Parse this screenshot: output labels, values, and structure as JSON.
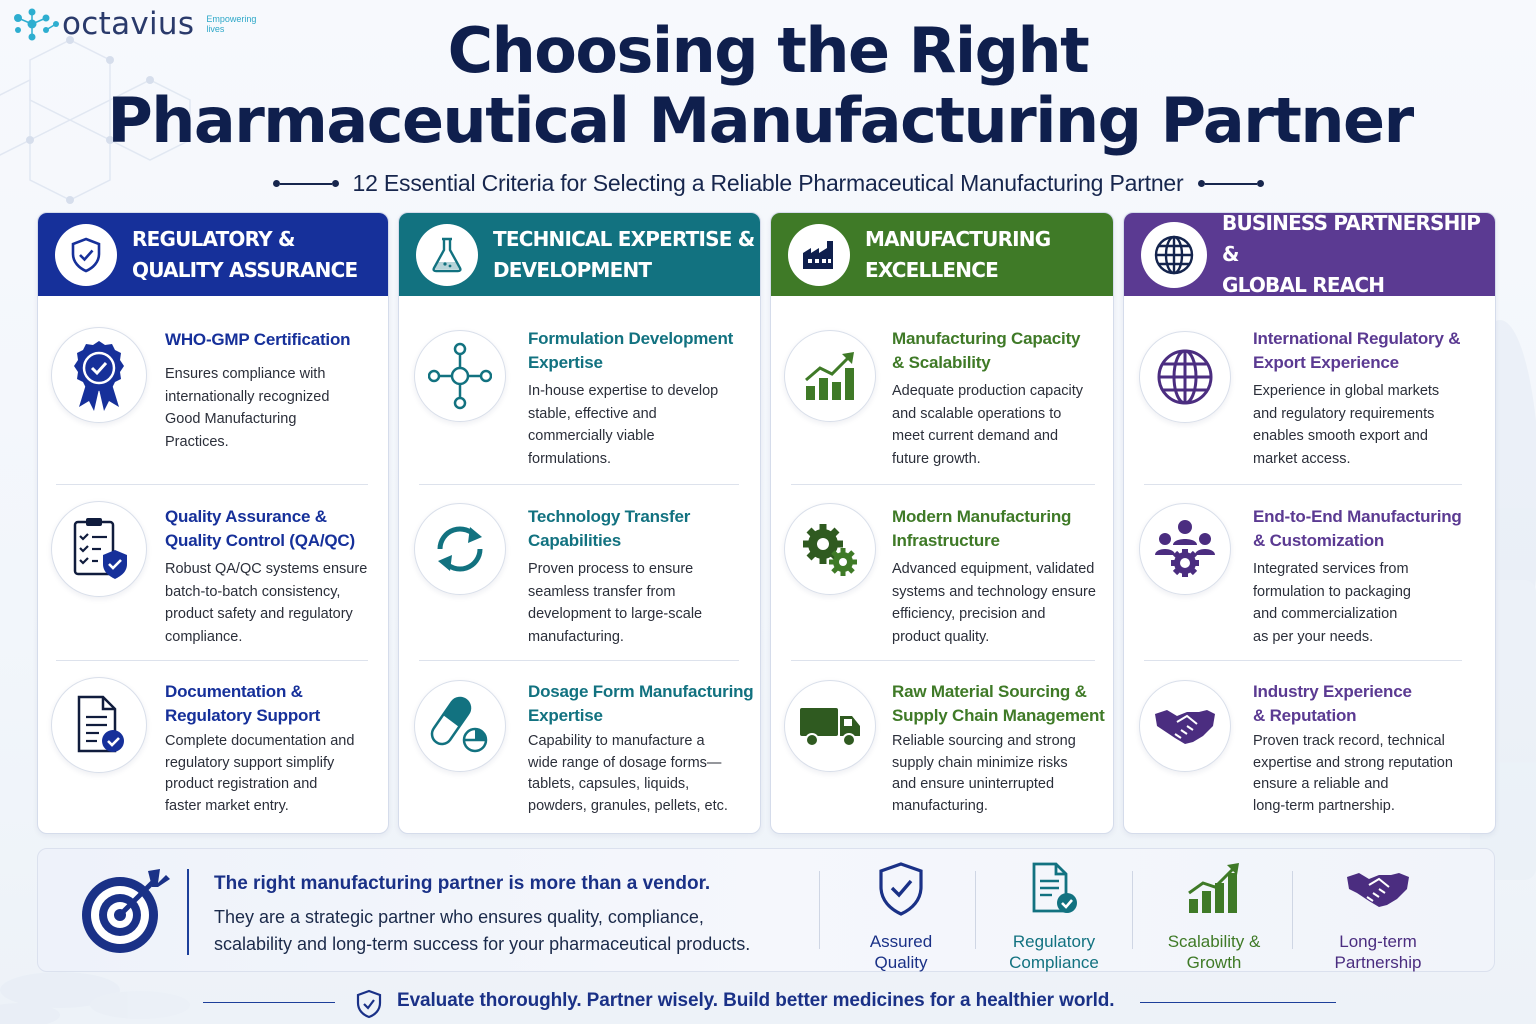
{
  "brand": {
    "name": "octavius",
    "tagline": "Empowering lives"
  },
  "header": {
    "title_line1": "Choosing the Right",
    "title_line2": "Pharmaceutical Manufacturing Partner",
    "subtitle": "12 Essential Criteria for Selecting a Reliable Pharmaceutical Manufacturing Partner"
  },
  "colors": {
    "regulatory": "#16309a",
    "technical": "#127280",
    "manufacturing": "#3f7a27",
    "business": "#5b3a92",
    "navy": "#0f1f4d"
  },
  "columns": [
    {
      "title_line1": "REGULATORY &",
      "title_line2": "QUALITY ASSURANCE",
      "icon": "shield-check-icon",
      "items": [
        {
          "title_line1": "WHO-GMP Certification",
          "title_line2": "",
          "desc": [
            "Ensures compliance with",
            "internationally recognized",
            "Good Manufacturing",
            "Practices."
          ],
          "icon": "award-badge-icon"
        },
        {
          "title_line1": "Quality Assurance &",
          "title_line2": "Quality Control (QA/QC)",
          "desc": [
            "Robust QA/QC systems ensure",
            "batch-to-batch consistency,",
            "product safety and regulatory",
            "compliance."
          ],
          "icon": "checklist-shield-icon"
        },
        {
          "title_line1": "Documentation &",
          "title_line2": "Regulatory Support",
          "desc": [
            "Complete documentation and",
            "regulatory support simplify",
            "product registration and",
            "faster market entry."
          ],
          "icon": "document-check-icon"
        }
      ]
    },
    {
      "title_line1": "TECHNICAL EXPERTISE &",
      "title_line2": "DEVELOPMENT",
      "icon": "flask-icon",
      "items": [
        {
          "title_line1": "Formulation Development",
          "title_line2": "Expertise",
          "desc": [
            "In-house expertise to develop",
            "stable, effective and",
            "commercially viable",
            "formulations."
          ],
          "icon": "molecule-icon"
        },
        {
          "title_line1": "Technology Transfer",
          "title_line2": "Capabilities",
          "desc": [
            "Proven process to ensure",
            "seamless transfer from",
            "development to large-scale",
            "manufacturing."
          ],
          "icon": "refresh-arrows-icon"
        },
        {
          "title_line1": "Dosage Form Manufacturing",
          "title_line2": "Expertise",
          "desc": [
            "Capability to manufacture a",
            "wide range of dosage forms—",
            "tablets, capsules, liquids,",
            "powders, granules, pellets, etc."
          ],
          "icon": "capsule-tablet-icon"
        }
      ]
    },
    {
      "title_line1": "MANUFACTURING",
      "title_line2": "EXCELLENCE",
      "icon": "factory-icon",
      "items": [
        {
          "title_line1": "Manufacturing Capacity",
          "title_line2": "& Scalability",
          "desc": [
            "Adequate production capacity",
            "and scalable operations to",
            "meet current demand and",
            "future growth."
          ],
          "icon": "growth-chart-icon"
        },
        {
          "title_line1": "Modern Manufacturing",
          "title_line2": "Infrastructure",
          "desc": [
            "Advanced equipment, validated",
            "systems and technology ensure",
            "efficiency, precision and",
            "product quality."
          ],
          "icon": "gears-icon"
        },
        {
          "title_line1": "Raw Material Sourcing &",
          "title_line2": "Supply Chain Management",
          "desc": [
            "Reliable sourcing and strong",
            "supply chain minimize risks",
            "and ensure uninterrupted",
            "manufacturing."
          ],
          "icon": "delivery-truck-icon"
        }
      ]
    },
    {
      "title_line1": "BUSINESS PARTNERSHIP &",
      "title_line2": "GLOBAL REACH",
      "icon": "globe-icon",
      "items": [
        {
          "title_line1": "International Regulatory &",
          "title_line2": "Export Experience",
          "desc": [
            "Experience in global markets",
            "and regulatory requirements",
            "enables smooth export and",
            "market access."
          ],
          "icon": "globe-icon"
        },
        {
          "title_line1": "End-to-End Manufacturing",
          "title_line2": "& Customization",
          "desc": [
            "Integrated services from",
            "formulation to packaging",
            "and commercialization",
            "as per your needs."
          ],
          "icon": "team-gear-icon"
        },
        {
          "title_line1": "Industry Experience",
          "title_line2": "& Reputation",
          "desc": [
            "Proven track record, technical",
            "expertise and strong reputation",
            "ensure a reliable and",
            "long-term partnership."
          ],
          "icon": "handshake-icon"
        }
      ]
    }
  ],
  "summary": {
    "headline": "The right manufacturing partner is more than a vendor.",
    "text_line1": "They are a strategic partner who ensures quality, compliance,",
    "text_line2": "scalability and long-term success for your pharmaceutical products.",
    "features": [
      {
        "line1": "Assured",
        "line2": "Quality",
        "icon": "shield-check-icon"
      },
      {
        "line1": "Regulatory",
        "line2": "Compliance",
        "icon": "document-check-icon"
      },
      {
        "line1": "Scalability &",
        "line2": "Growth",
        "icon": "growth-chart-icon"
      },
      {
        "line1": "Long-term",
        "line2": "Partnership",
        "icon": "handshake-icon"
      }
    ]
  },
  "footer": {
    "tagline": "Evaluate thoroughly. Partner wisely. Build better medicines for a healthier world."
  }
}
